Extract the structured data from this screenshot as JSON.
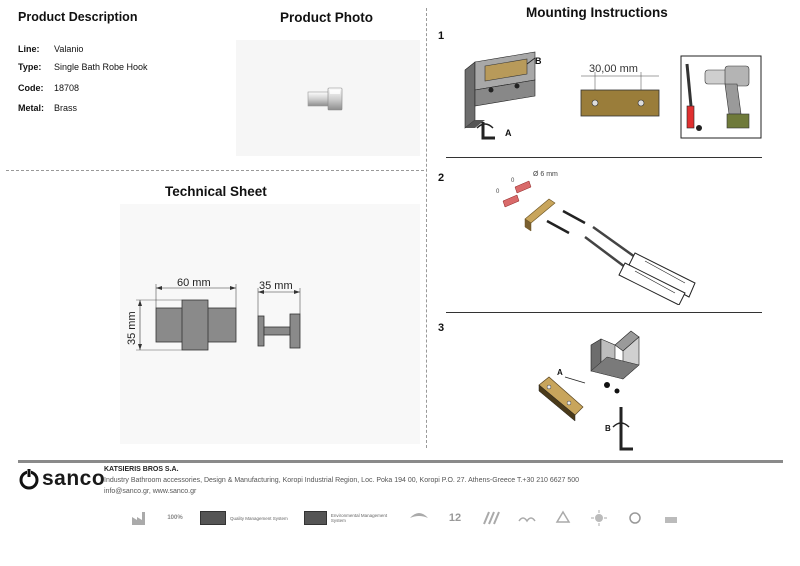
{
  "left": {
    "product_description_title": "Product Description",
    "product_photo_title": "Product Photo",
    "specs": [
      {
        "key": "Line:",
        "value": "Valanio"
      },
      {
        "key": "Type:",
        "value": "Single Bath Robe Hook"
      },
      {
        "key": "Code:",
        "value": "18708"
      },
      {
        "key": "Metal:",
        "value": "Brass"
      }
    ],
    "technical_sheet_title": "Technical Sheet",
    "dims": {
      "width": "60 mm",
      "height": "35 mm",
      "depth": "35 mm"
    }
  },
  "right": {
    "mounting_title": "Mounting Instructions",
    "steps": [
      "1",
      "2",
      "3"
    ],
    "labels": {
      "a": "A",
      "b": "B",
      "dim_30": "30,00 mm",
      "drill_dia": "Ø 6 mm",
      "zero": "0"
    }
  },
  "footer": {
    "brand": "sanco",
    "company": "KATSIERIS BROS S.A.",
    "address": "Industry Bathroom accessories, Design & Manufacturing, Koropi Industrial Region, Loc. Poka 194 00, Koropi P.O. 27. Athens-Greece   T.+30 210 6627 500",
    "contact": "info@sanco.gr, www.sanco.gr",
    "cert_texts": [
      "100%",
      "12",
      "Quality Management System",
      "Environmental Management System"
    ]
  },
  "colors": {
    "metal": "#8a8a8a",
    "brass": "#b89a5a",
    "dark": "#333333"
  }
}
